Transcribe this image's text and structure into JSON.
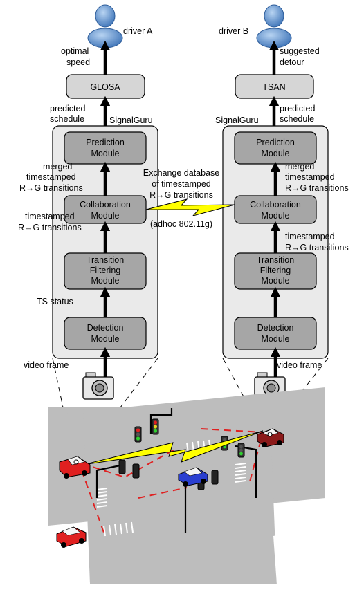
{
  "drivers": {
    "a": "driver A",
    "b": "driver B"
  },
  "left": {
    "top_module": "GLOSA",
    "top_output": [
      "optimal",
      "speed"
    ],
    "schedule_label": [
      "predicted",
      "schedule"
    ],
    "container_label": "SignalGuru",
    "modules": {
      "prediction": [
        "Prediction",
        "Module"
      ],
      "collaboration": [
        "Collaboration",
        "Module"
      ],
      "filtering": [
        "Transition",
        "Filtering",
        "Module"
      ],
      "detection": [
        "Detection",
        "Module"
      ]
    },
    "merged_label": [
      "merged",
      "timestamped",
      "R→G transitions"
    ],
    "timestamped_label": [
      "timestamped",
      "R→G transitions"
    ],
    "ts_status": "TS status",
    "video": "video frame"
  },
  "right": {
    "top_module": "TSAN",
    "top_output": [
      "suggested",
      "detour"
    ],
    "schedule_label": [
      "predicted",
      "schedule"
    ],
    "container_label": "SignalGuru",
    "modules": {
      "prediction": [
        "Prediction",
        "Module"
      ],
      "collaboration": [
        "Collaboration",
        "Module"
      ],
      "filtering": [
        "Transition",
        "Filtering",
        "Module"
      ],
      "detection": [
        "Detection",
        "Module"
      ]
    },
    "merged_label": [
      "merged",
      "timestamped",
      "R→G transitions"
    ],
    "timestamped_label": [
      "timestamped",
      "R→G transitions"
    ],
    "video": "video frame"
  },
  "exchange": [
    "Exchange database",
    "of timestamped",
    "R→G transitions"
  ],
  "adhoc": "(adhoc 802.11g)",
  "colors": {
    "user_icon": "#4f86c6",
    "module": "#a6a6a6",
    "top_module": "#d6d6d6",
    "container": "#eaeaea",
    "lightning": "#ffff00",
    "road": "#bdbdbd",
    "car_red": "#e02020",
    "car_dark_red": "#8b1a1a",
    "car_blue": "#2a3fd0"
  }
}
